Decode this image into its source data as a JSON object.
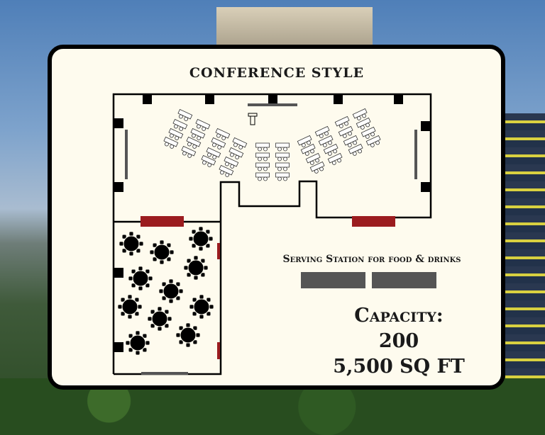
{
  "title": "CONFERENCE STYLE",
  "serving_label": "Serving Station for food & drinks",
  "capacity_label": "Capacity:",
  "capacity_value": "200",
  "area": "5,500 SQ FT",
  "colors": {
    "card_bg": "#fefbee",
    "door": "#9b1c1f",
    "screen": "#555555",
    "wall": "#000000"
  }
}
